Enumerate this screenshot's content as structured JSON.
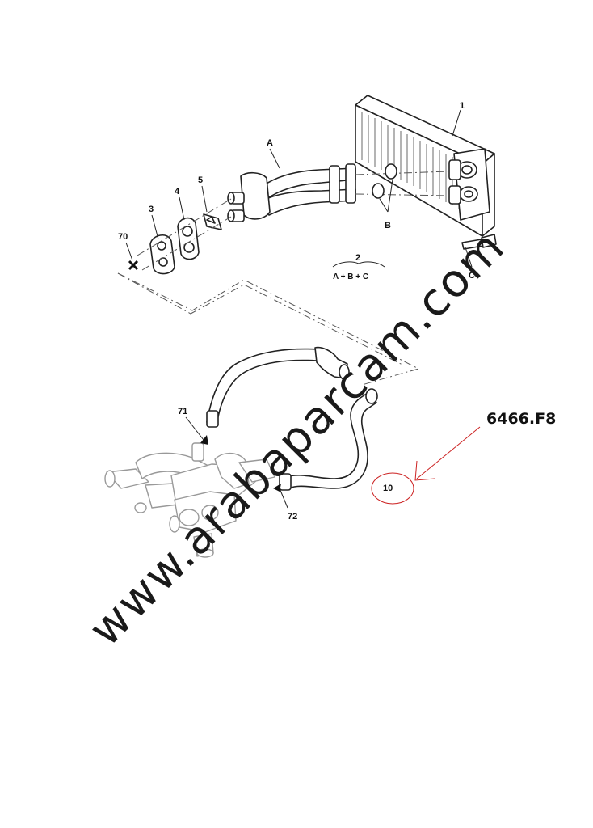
{
  "callouts": {
    "c1": "1",
    "cA": "A",
    "cB": "B",
    "cC": "C",
    "c2": "2",
    "c2sub": "A + B + C",
    "c3": "3",
    "c4": "4",
    "c5": "5",
    "c70": "70",
    "c71": "71",
    "c72": "72",
    "c10": "10"
  },
  "reference_code": "6466.F8",
  "watermark": "www.arabaparcam.com",
  "colors": {
    "annotation": "#cc2222",
    "line": "#222222",
    "ghost": "#999999"
  }
}
